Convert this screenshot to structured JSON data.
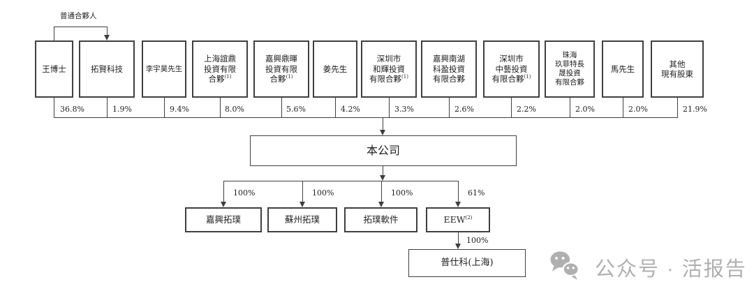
{
  "diagram": {
    "gp_label": "普通合夥人",
    "company": {
      "name": "本公司"
    },
    "shareholders": [
      {
        "name": "王博士",
        "lines": [
          "王博士"
        ],
        "pct": "36.8%"
      },
      {
        "name": "拓賢科技",
        "lines": [
          "拓賢科技"
        ],
        "pct": "1.9%"
      },
      {
        "name": "李宇昊先生",
        "lines": [
          "李宇昊先生"
        ],
        "pct": "9.4%"
      },
      {
        "name": "上海誼鼎投資有限合夥",
        "lines": [
          "上海誼鼎",
          "投資有限",
          "合夥"
        ],
        "sup": "(1)",
        "pct": "8.0%"
      },
      {
        "name": "嘉興鼎暉投資有限合夥",
        "lines": [
          "嘉興鼎暉",
          "投資有限",
          "合夥"
        ],
        "sup": "(1)",
        "pct": "5.6%"
      },
      {
        "name": "姜先生",
        "lines": [
          "姜先生"
        ],
        "pct": "4.2%"
      },
      {
        "name": "深圳市和輝投資有限合夥",
        "lines": [
          "深圳市",
          "和輝投資",
          "有限合夥"
        ],
        "sup": "(1)",
        "pct": "3.3%"
      },
      {
        "name": "嘉興南湖科盈投資有限合夥",
        "lines": [
          "嘉興南湖",
          "科盈投資",
          "有限合夥"
        ],
        "pct": "2.6%"
      },
      {
        "name": "深圳市中藝投資有限合夥",
        "lines": [
          "深圳市",
          "中藝投資",
          "有限合夥"
        ],
        "sup": "(1)",
        "pct": "2.2%"
      },
      {
        "name": "珠海玖菲特長晟投資有限合夥",
        "lines": [
          "珠海",
          "玖菲特長",
          "晟投資",
          "有限合夥"
        ],
        "pct": "2.0%"
      },
      {
        "name": "馬先生",
        "lines": [
          "馬先生"
        ],
        "pct": "2.0%"
      },
      {
        "name": "其他現有股東",
        "lines": [
          "其他",
          "現有股東"
        ],
        "pct": "21.9%"
      }
    ],
    "subsidiaries": [
      {
        "name": "嘉興拓璞",
        "pct": "100%"
      },
      {
        "name": "蘇州拓璞",
        "pct": "100%"
      },
      {
        "name": "拓璞軟件",
        "pct": "100%"
      },
      {
        "name": "EEW",
        "sup": "(2)",
        "pct": "61%"
      }
    ],
    "sub_subsidiary": {
      "name": "普仕科(上海)",
      "pct": "100%"
    }
  },
  "watermark": {
    "text": "公众号 · 活报告",
    "icon": "wechat-icon"
  },
  "colors": {
    "line": "#3f3f3f",
    "text": "#1f1f1f",
    "watermark": "#b0b0b0"
  }
}
